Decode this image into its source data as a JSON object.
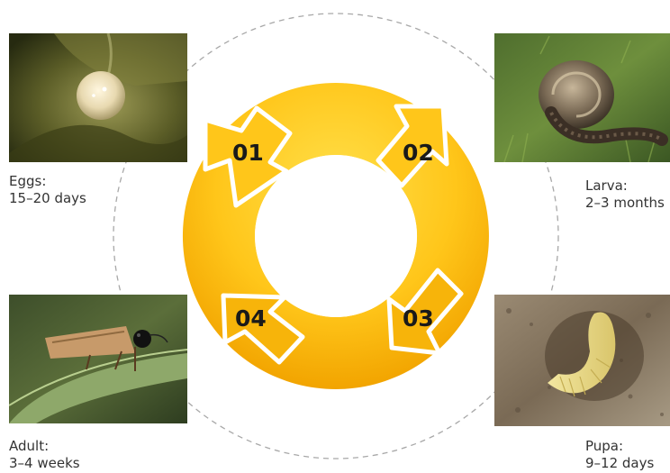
{
  "stages": [
    {
      "id": "eggs",
      "number": "01",
      "name": "Eggs:",
      "duration": "15–20 days"
    },
    {
      "id": "larva",
      "number": "02",
      "name": "Larva:",
      "duration": "2–3 months"
    },
    {
      "id": "pupa",
      "number": "03",
      "name": "Pupa:",
      "duration": "9–12 days"
    },
    {
      "id": "adult",
      "number": "04",
      "name": "Adult:",
      "duration": "3–4 weeks"
    }
  ],
  "colors": {
    "ring_light": "#ffd21f",
    "ring_dark": "#f2a900",
    "arrow_outline": "#ffffff",
    "dashed_circle": "#a8a8a8",
    "number_text": "#1a1a1a"
  }
}
